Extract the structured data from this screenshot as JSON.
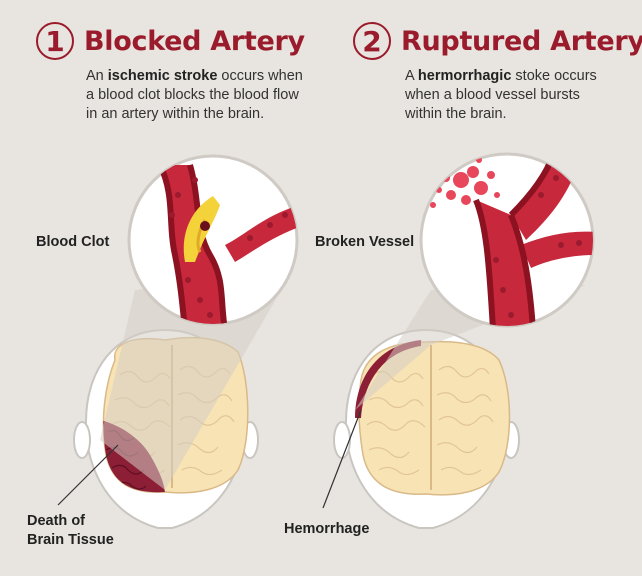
{
  "panel1": {
    "number": "1",
    "title": "Blocked Artery",
    "desc_prefix": "An ",
    "desc_bold": "ischemic stroke",
    "desc_line1_rest": " occurs when",
    "desc_line2": "a blood clot blocks the blood flow",
    "desc_line3": "in an artery within the brain.",
    "callout_label": "Blood Clot",
    "bottom_label_line1": "Death of",
    "bottom_label_line2": "Brain Tissue"
  },
  "panel2": {
    "number": "2",
    "title": "Ruptured Artery",
    "desc_prefix": "A ",
    "desc_bold": "hermorrhagic",
    "desc_line1_rest": " stoke occurs",
    "desc_line2": "when a blood vessel bursts",
    "desc_line3": "within the brain.",
    "callout_label": "Broken Vessel",
    "bottom_label": "Hemorrhage"
  },
  "colors": {
    "background": "#e8e4df",
    "accent": "#9a1b2c",
    "artery": "#c8283c",
    "artery_wall": "#8c1222",
    "brain": "#f8e3b4",
    "clot": "#f4d23a",
    "dead_tissue": "#8c1e35"
  }
}
